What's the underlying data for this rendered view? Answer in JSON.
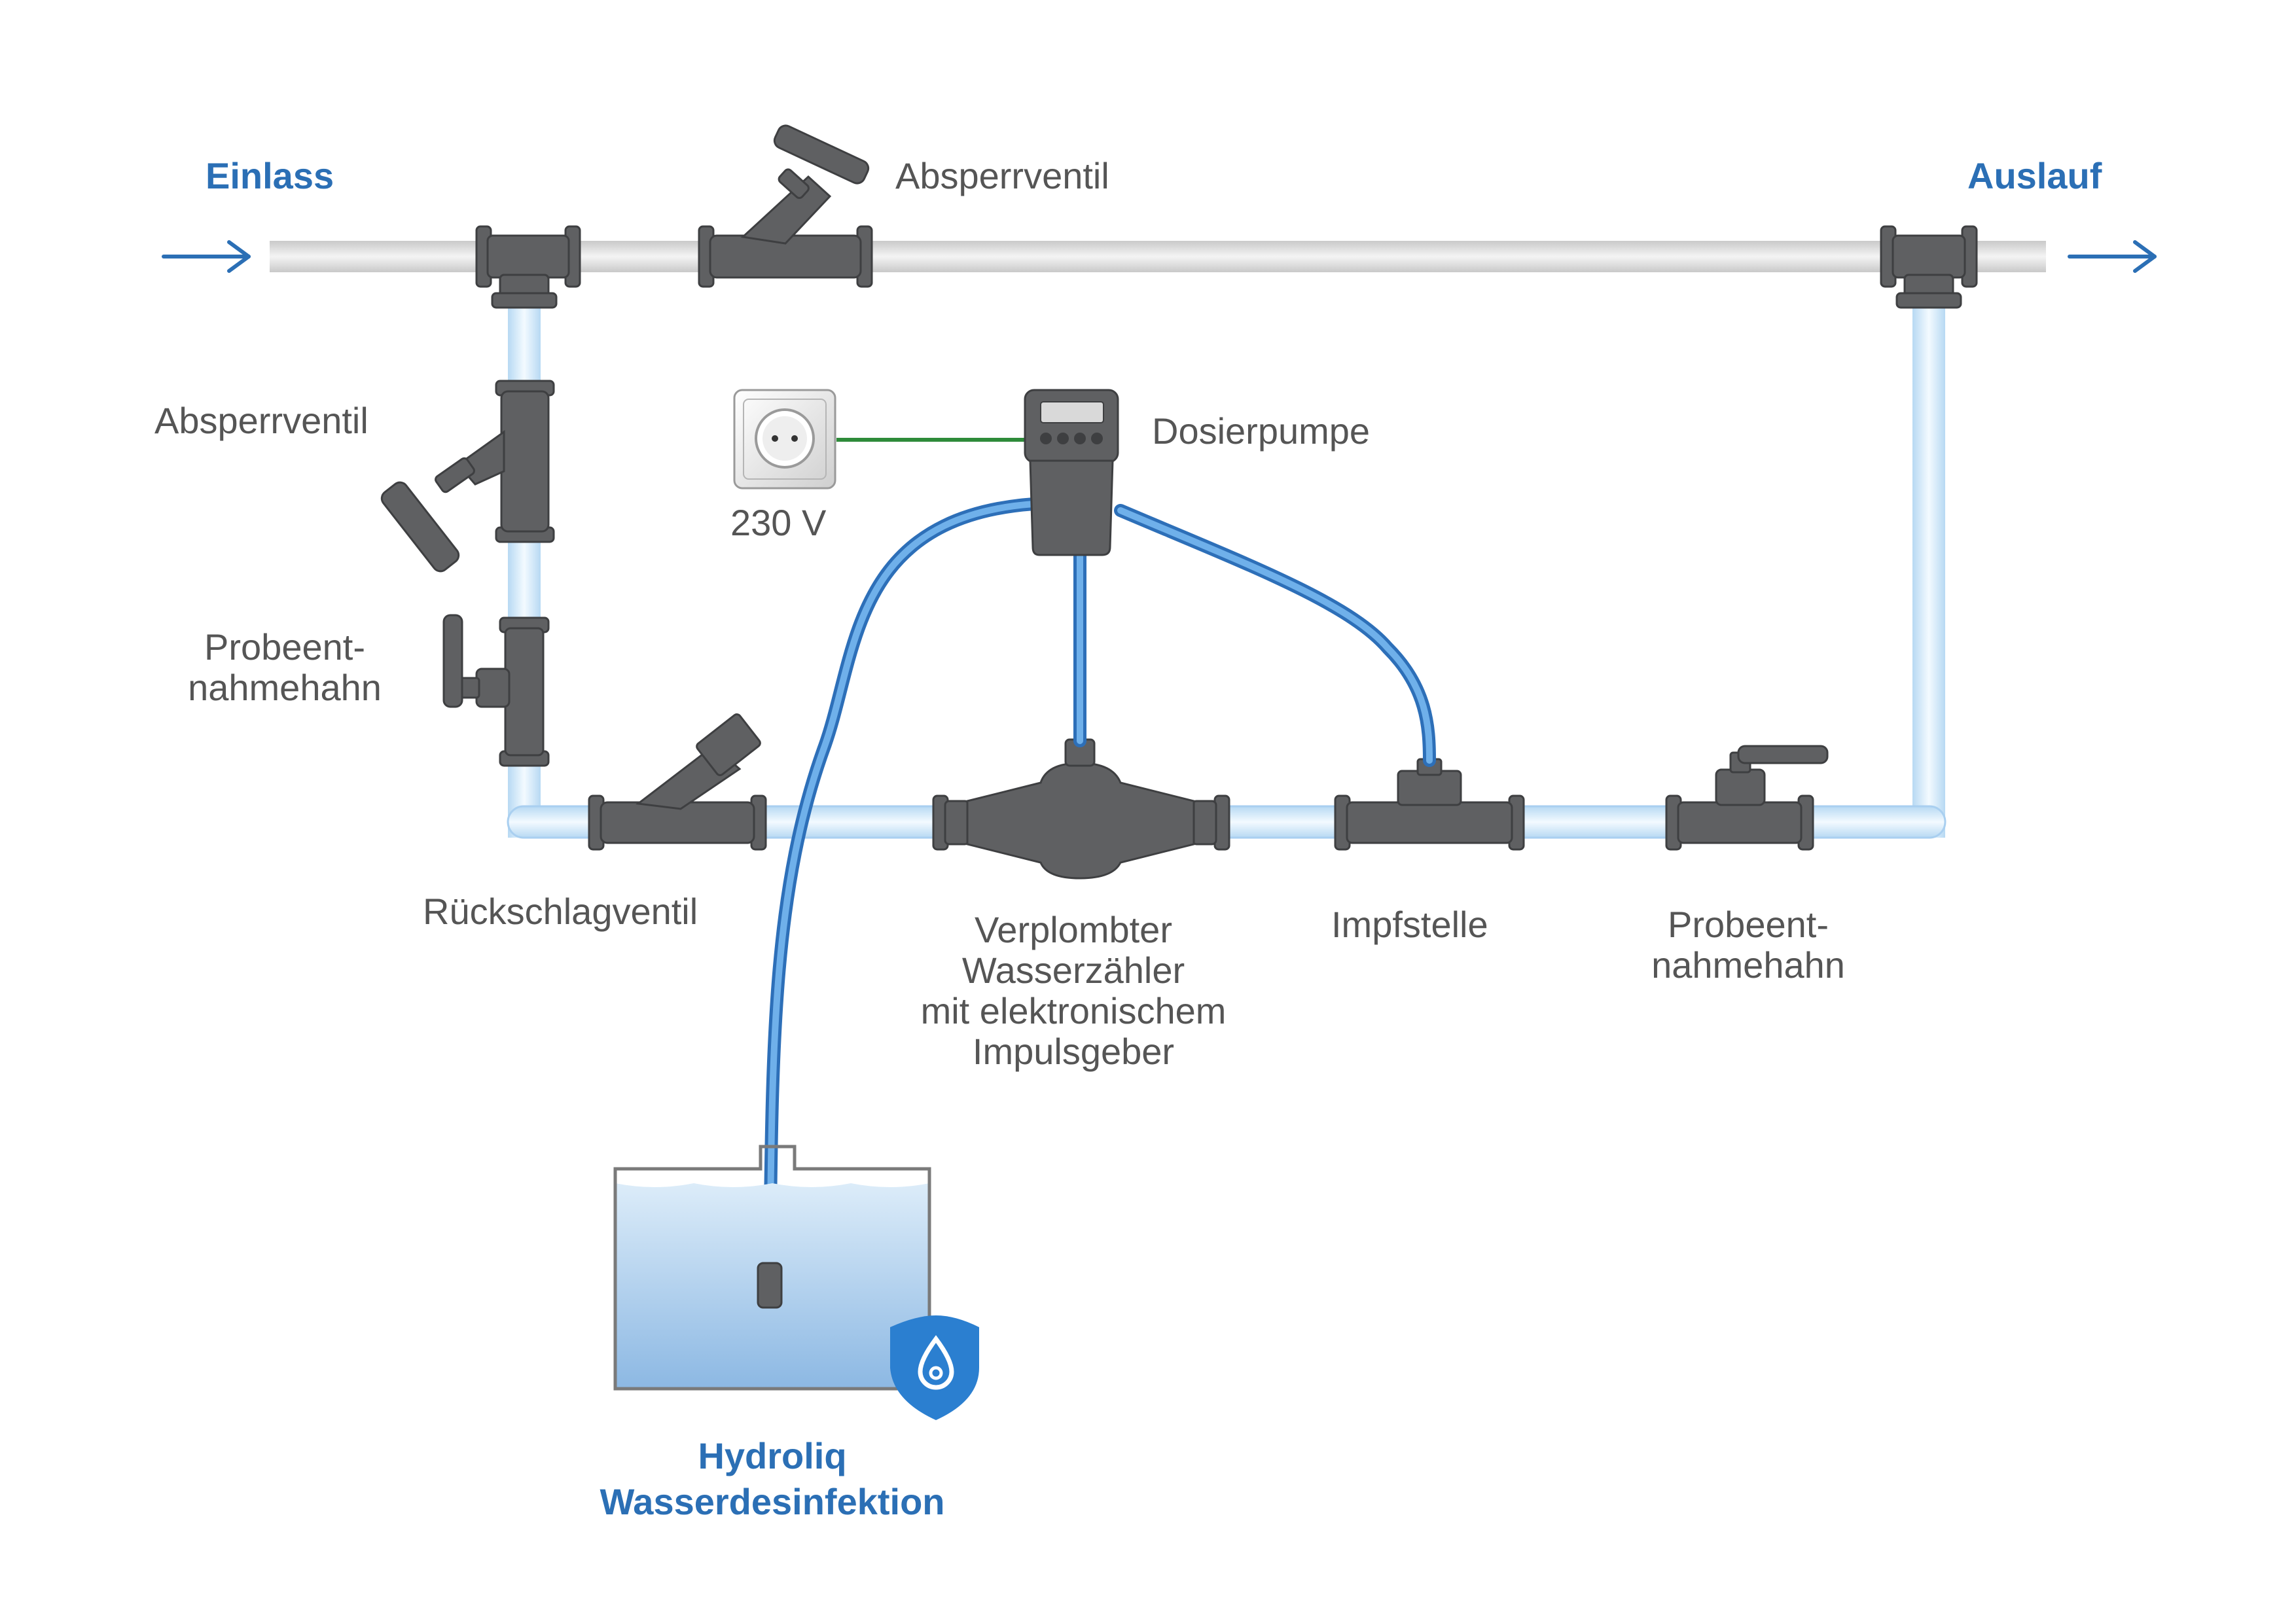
{
  "labels": {
    "inlet": "Einlass",
    "outlet": "Auslauf",
    "shutoff_valve_top": "Absperrventil",
    "shutoff_valve_left": "Absperrventil",
    "dosing_pump": "Dosierpumpe",
    "voltage": "230 V",
    "sampling_tap_left": "Probeent-\nnahmehahn",
    "check_valve": "Rückschlagventil",
    "water_meter": "Verplombter\nWasserzähler\nmit elektronischem\nImpulsgeber",
    "injection_point": "Impfstelle",
    "sampling_tap_right": "Probeent-\nnahmehahn",
    "product": "Hydroliq\nWasserdesinfektion"
  },
  "colors": {
    "accent_blue": "#2b6fb5",
    "hose_blue": "#4a90d9",
    "pipe_gray": "#d9d9d9",
    "branch_pipe": "#d6ecfb",
    "fitting_gray": "#5f6062",
    "power_cable": "#2e8b3a",
    "label_gray": "#555555"
  },
  "icons": {
    "inlet_arrow": "arrow-right-icon",
    "outlet_arrow": "arrow-right-icon",
    "socket": "power-socket-icon",
    "brand_badge": "water-drop-shield-icon"
  }
}
